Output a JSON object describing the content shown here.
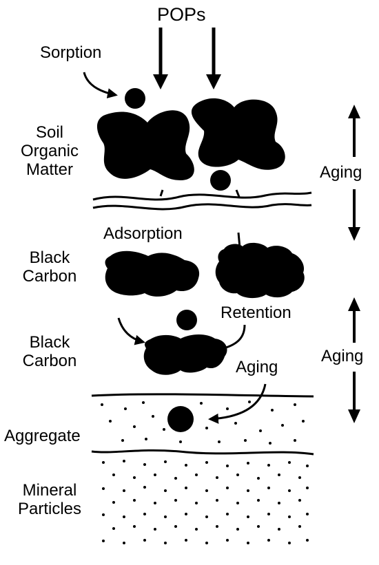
{
  "diagram": {
    "title": "POPs",
    "labels": {
      "sorption": "Sorption",
      "som_line1": "Soil",
      "som_line2": "Organic",
      "som_line3": "Matter",
      "aging_top": "Aging",
      "adsorption": "Adsorption",
      "bc1_line1": "Black",
      "bc1_line2": "Carbon",
      "retention": "Retention",
      "bc2_line1": "Black",
      "bc2_line2": "Carbon",
      "aging_right": "Aging",
      "aging_inner": "Aging",
      "aggregate": "Aggregate",
      "mineral_line1": "Mineral",
      "mineral_line2": "Particles"
    },
    "icons": [
      "down-arrow-icon",
      "double-headed-arrow-icon",
      "curved-arrow-icon",
      "pop-molecule-icon",
      "soil-organic-matter-blob",
      "black-carbon-blob",
      "dotted-mineral-texture"
    ]
  }
}
